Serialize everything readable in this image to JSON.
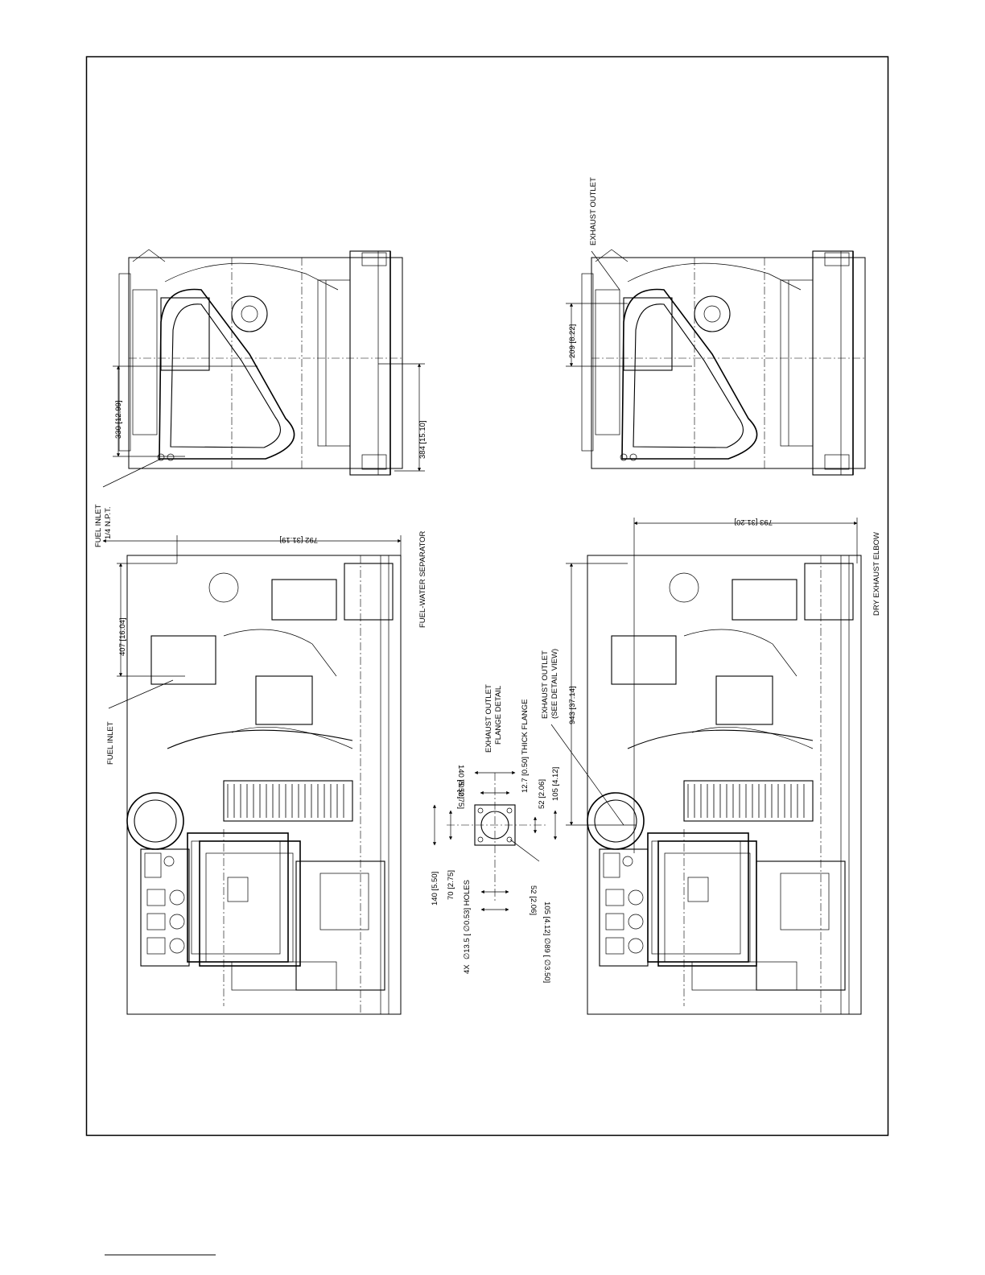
{
  "views": {
    "top_side": {
      "dim_height": "330 [12.99]",
      "dim_base": "384 [15.10]"
    },
    "top_front": {
      "dim_fuel": "407 [16.04]",
      "dim_length": "792 [31.19]",
      "fuel_inlet_npt_1": "FUEL INLET",
      "fuel_inlet_npt_2": "1/4 N.P.T.",
      "fuel_inlet": "FUEL INLET",
      "separator": "FUEL-WATER SEPARATOR"
    },
    "flange": {
      "title_1": "EXHAUST OUTLET",
      "title_2": "FLANGE DETAIL",
      "thickness": "12.7 [0.50] THICK FLANGE",
      "dim_140_top": "140 [5.50]",
      "dim_70_top": "70 [2.75]",
      "dim_52_right": "52 [2.06]",
      "dim_105_right": "105 [4.12]",
      "dim_140_left": "140 [5.50]",
      "dim_70_left": "70 [2.75]",
      "holes_prefix": "4X",
      "holes": "∅13.5 [   ∅0.53] HOLES",
      "dim_52_bottom": "52 [2.06]",
      "dim_105_bottom": "105 [4.12]",
      "bore": "∅89 [   ∅3.50]"
    },
    "bottom_side": {
      "exhaust_outlet": "EXHAUST OUTLET",
      "dim_exhaust": "209 [8.22]"
    },
    "bottom_front": {
      "exhaust_see_1": "EXHAUST OUTLET",
      "exhaust_see_2": "(SEE DETAIL VIEW)",
      "dim_height": "943 [37.14]",
      "dim_length": "793 [31.20]",
      "elbow": "DRY EXHAUST ELBOW"
    }
  }
}
